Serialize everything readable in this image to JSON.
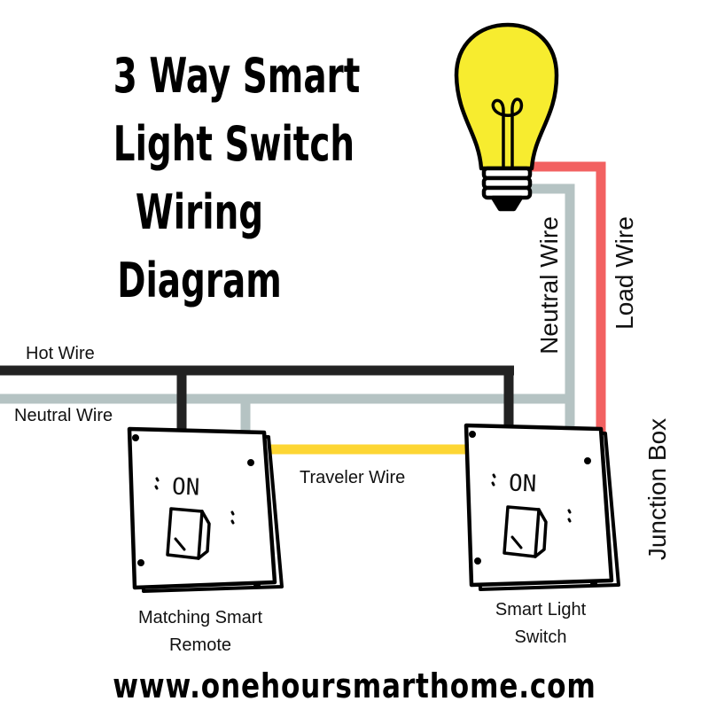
{
  "title": {
    "lines": [
      "3 Way Smart",
      "Light Switch",
      "Wiring",
      "Diagram"
    ]
  },
  "labels": {
    "hot_wire": "Hot Wire",
    "neutral_wire_left": "Neutral Wire",
    "neutral_wire_right": "Neutral Wire",
    "load_wire": "Load Wire",
    "traveler_wire": "Traveler Wire",
    "junction_box": "Junction Box"
  },
  "devices": {
    "remote": {
      "label_line1": "Matching Smart",
      "label_line2": "Remote",
      "switch_text": "ON"
    },
    "switch": {
      "label_line1": "Smart Light",
      "label_line2": "Switch",
      "switch_text": "ON"
    }
  },
  "website": "www.onehoursmarthome.com",
  "colors": {
    "hot": "#222222",
    "neutral": "#b5c3c3",
    "load": "#f26161",
    "traveler": "#fdd634",
    "bulb": "#f7ec2f"
  }
}
